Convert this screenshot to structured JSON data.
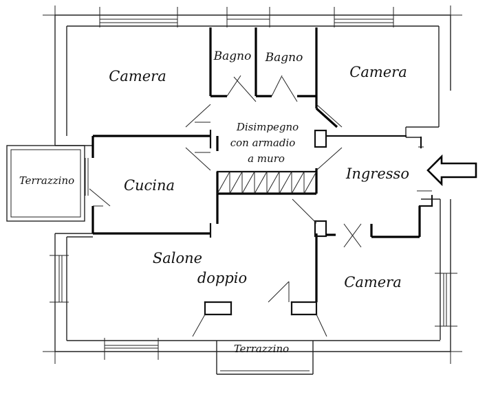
{
  "rooms": {
    "camera_nw": "Camera",
    "bagno_1": "Bagno",
    "bagno_2": "Bagno",
    "camera_ne": "Camera",
    "disimpegno_line1": "Disimpegno",
    "disimpegno_line2": "con armadio",
    "disimpegno_line3": "a muro",
    "terrazzino_west": "Terrazzino",
    "cucina": "Cucina",
    "ingresso": "Ingresso",
    "salone_line1": "Salone",
    "salone_line2": "doppio",
    "camera_se": "Camera",
    "terrazzino_south": "Terrazzino"
  },
  "icons": {
    "entrance": "entrance-arrow-icon"
  }
}
